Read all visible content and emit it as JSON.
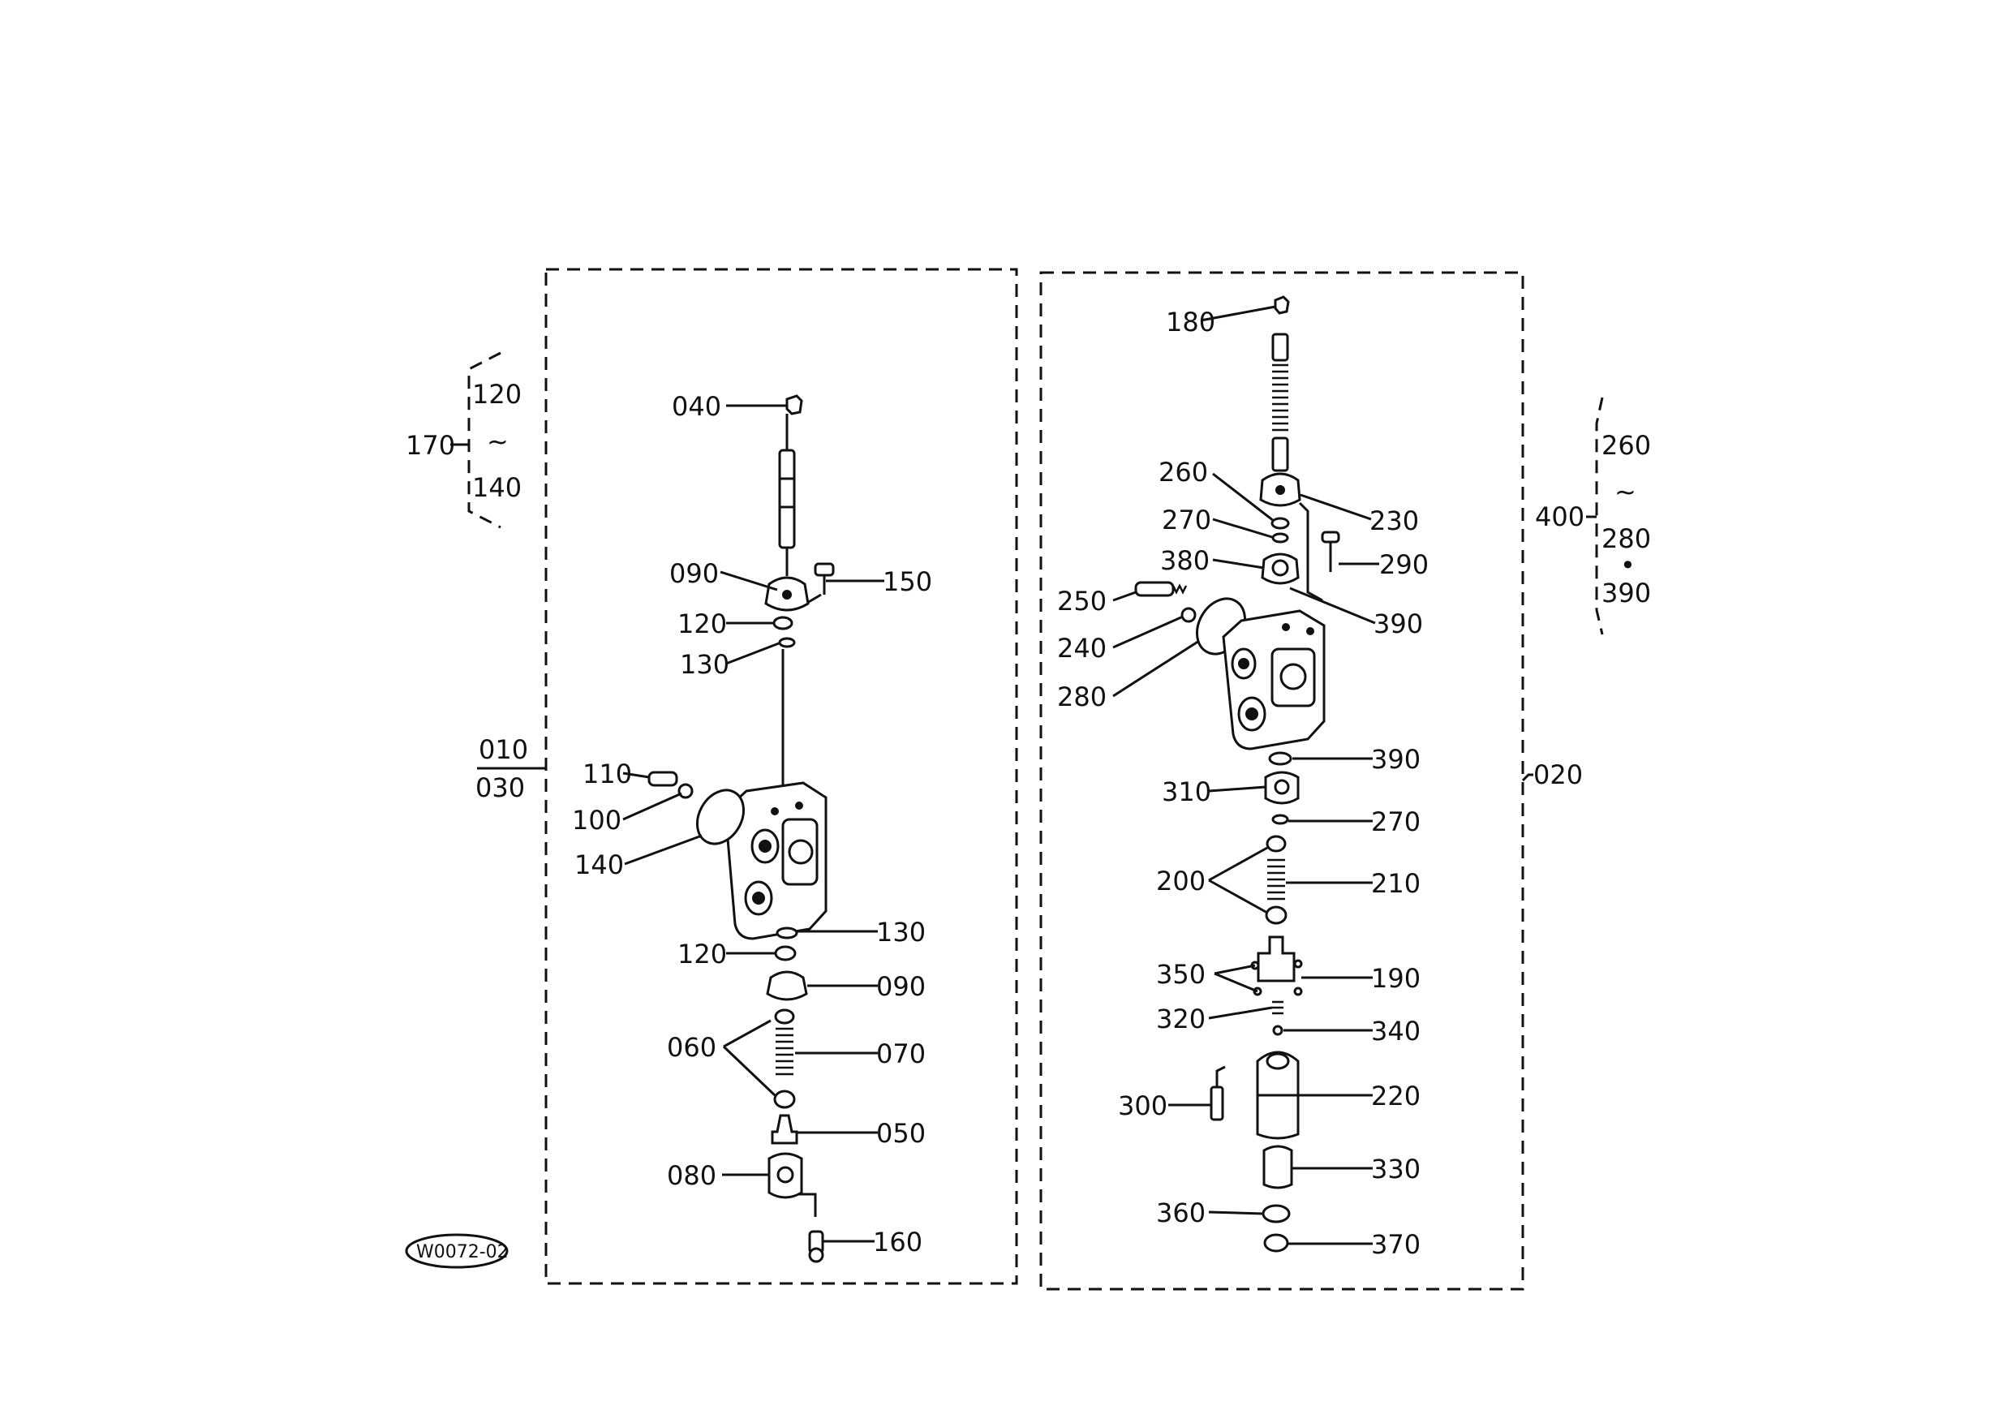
{
  "left_assembly": {
    "range_label": {
      "top": "010",
      "bottom": "030"
    },
    "callouts": [
      "040",
      "090",
      "150",
      "120",
      "130",
      "110",
      "100",
      "140",
      "130",
      "120",
      "090",
      "060",
      "070",
      "050",
      "080",
      "160"
    ]
  },
  "left_group_bracket": {
    "label": "170",
    "start": "120",
    "tilde": "~",
    "end": "140"
  },
  "right_assembly": {
    "range_label": "020",
    "callouts": [
      "180",
      "260",
      "230",
      "270",
      "290",
      "380",
      "250",
      "240",
      "390",
      "280",
      "390",
      "310",
      "270",
      "200",
      "210",
      "350",
      "190",
      "320",
      "340",
      "300",
      "220",
      "330",
      "360",
      "370"
    ]
  },
  "right_group_bracket": {
    "label": "400",
    "start": "260",
    "tilde": "~",
    "end": "280",
    "dot": "•",
    "extra": "390"
  },
  "badge": {
    "text": "W0072-02"
  }
}
